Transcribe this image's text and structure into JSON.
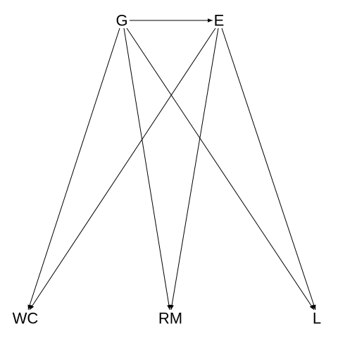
{
  "diagram": {
    "type": "directed-acyclic-graph",
    "nodes": [
      {
        "id": "G",
        "label": "G"
      },
      {
        "id": "E",
        "label": "E"
      },
      {
        "id": "WC",
        "label": "WC"
      },
      {
        "id": "RM",
        "label": "RM"
      },
      {
        "id": "L",
        "label": "L"
      }
    ],
    "edges": [
      {
        "from": "G",
        "to": "E"
      },
      {
        "from": "G",
        "to": "WC"
      },
      {
        "from": "G",
        "to": "RM"
      },
      {
        "from": "G",
        "to": "L"
      },
      {
        "from": "E",
        "to": "WC"
      },
      {
        "from": "E",
        "to": "RM"
      },
      {
        "from": "E",
        "to": "L"
      }
    ],
    "colors": {
      "background": "#ffffff",
      "ink": "#000000"
    }
  }
}
